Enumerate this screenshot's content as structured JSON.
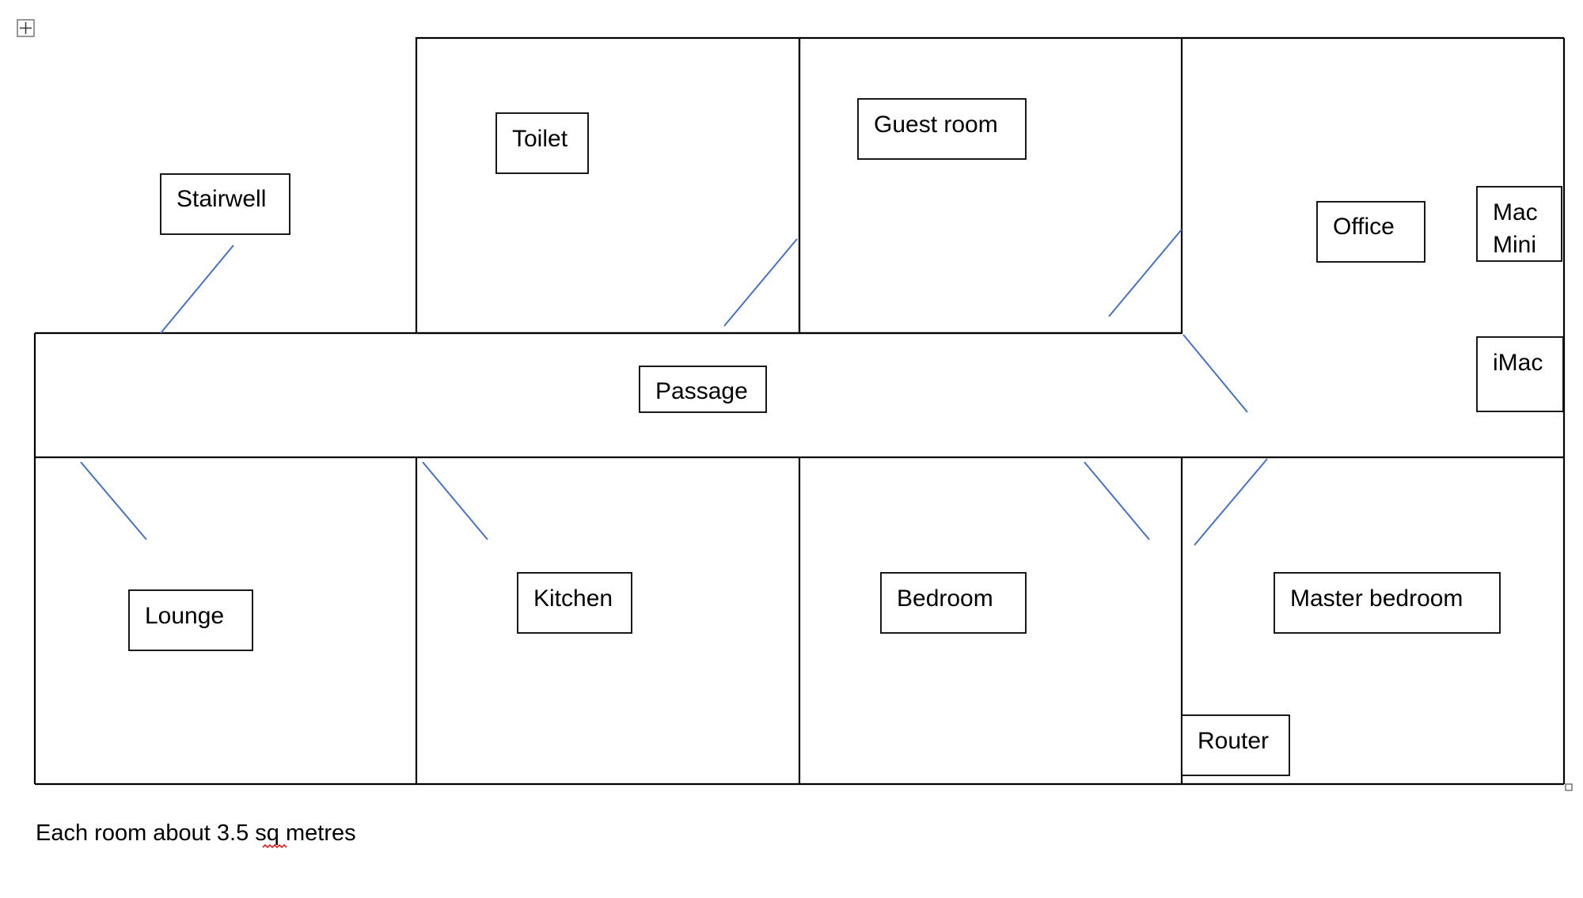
{
  "rooms": {
    "stairwell": "Stairwell",
    "toilet": "Toilet",
    "guest_room": "Guest room",
    "office": "Office",
    "mac_mini_line1": "Mac",
    "mac_mini_line2": "Mini",
    "imac": "iMac",
    "passage": "Passage",
    "lounge": "Lounge",
    "kitchen": "Kitchen",
    "bedroom": "Bedroom",
    "master_bedroom": "Master bedroom",
    "router": "Router"
  },
  "caption": {
    "before": "Each room about 3.5 ",
    "underlined": "sq",
    "after": " metres"
  },
  "colors": {
    "walls": "#000000",
    "doors": "#4472c4",
    "spellcheck_underline": "#e02020"
  }
}
